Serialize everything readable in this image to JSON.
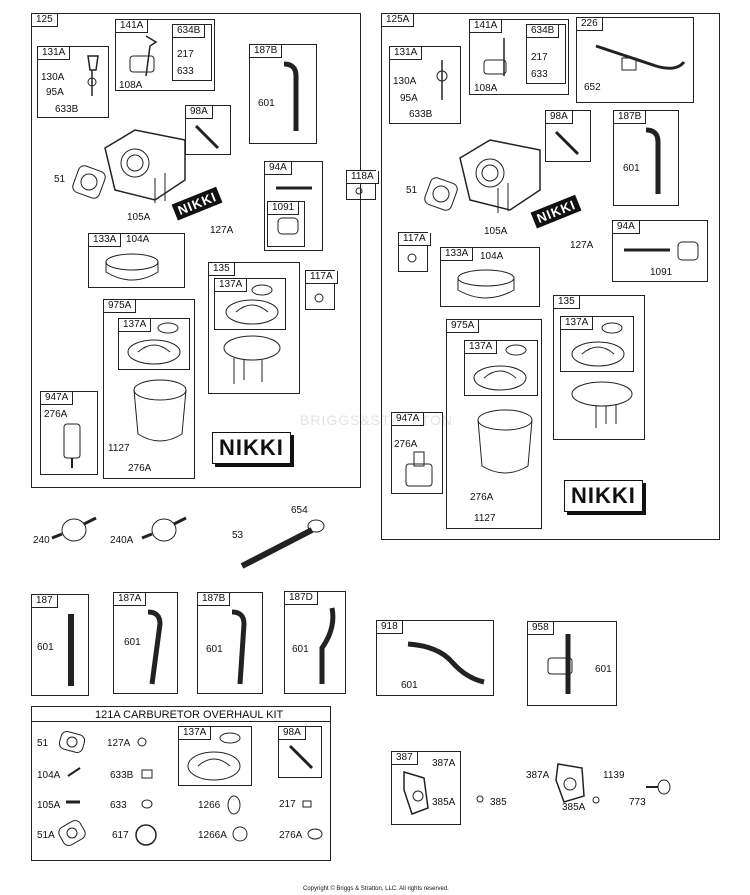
{
  "nikki_label": "NIKKI",
  "watermark": "BRIGGS&STRATTON",
  "copyright": "Copyright © Briggs & Stratton, LLC. All rights reserved.",
  "left_assembly": {
    "tag": "125",
    "boxes": {
      "b131A": "131A",
      "b141A": "141A",
      "b634B": "634B",
      "b187B": "187B",
      "b98A": "98A",
      "b94A": "94A",
      "b1091": "1091",
      "b133A": "133A",
      "b135": "135",
      "b137A_135": "137A",
      "b117A": "117A",
      "b975A": "975A",
      "b137A_975": "137A",
      "b947A": "947A"
    },
    "labels": {
      "l130A": "130A",
      "l95A": "95A",
      "l633B": "633B",
      "l108A": "108A",
      "l217": "217",
      "l633": "633",
      "l601": "601",
      "l51": "51",
      "l105A": "105A",
      "l127A": "127A",
      "l104A": "104A",
      "l276A_947": "276A",
      "l1127": "1127",
      "l276A": "276A"
    }
  },
  "box_118A": "118A",
  "right_assembly": {
    "tag": "125A",
    "boxes": {
      "b131A": "131A",
      "b141A": "141A",
      "b634B": "634B",
      "b226": "226",
      "b98A": "98A",
      "b187B": "187B",
      "b117A": "117A",
      "b133A": "133A",
      "b94A": "94A",
      "b135": "135",
      "b137A_135": "137A",
      "b975A": "975A",
      "b137A_975": "137A",
      "b947A": "947A"
    },
    "labels": {
      "l130A": "130A",
      "l95A": "95A",
      "l633B": "633B",
      "l108A": "108A",
      "l217": "217",
      "l633": "633",
      "l652": "652",
      "l601": "601",
      "l51": "51",
      "l105A": "105A",
      "l127A": "127A",
      "l104A": "104A",
      "l1091": "1091",
      "l276A_947": "276A",
      "l276A": "276A",
      "l1127": "1127"
    }
  },
  "loose_parts": {
    "l240": "240",
    "l240A": "240A",
    "l53": "53",
    "l654": "654"
  },
  "line_boxes": {
    "b187": "187",
    "b187A": "187A",
    "b187B": "187B",
    "b187D": "187D",
    "l601": "601",
    "b918": "918",
    "b958": "958"
  },
  "kit": {
    "title": "121A CARBURETOR OVERHAUL KIT",
    "labels": {
      "l51": "51",
      "l104A": "104A",
      "l105A": "105A",
      "l51A": "51A",
      "l127A": "127A",
      "l633B": "633B",
      "l633": "633",
      "l617": "617",
      "l1266": "1266",
      "l1266A": "1266A",
      "l217": "217",
      "l276A": "276A"
    },
    "boxes": {
      "b137A": "137A",
      "b98A": "98A"
    }
  },
  "pump": {
    "box": "387",
    "labels": {
      "l387A": "387A",
      "l385A": "385A",
      "l385": "385",
      "l387A_2": "387A",
      "l385A_2": "385A",
      "l1139": "1139",
      "l773": "773"
    }
  }
}
